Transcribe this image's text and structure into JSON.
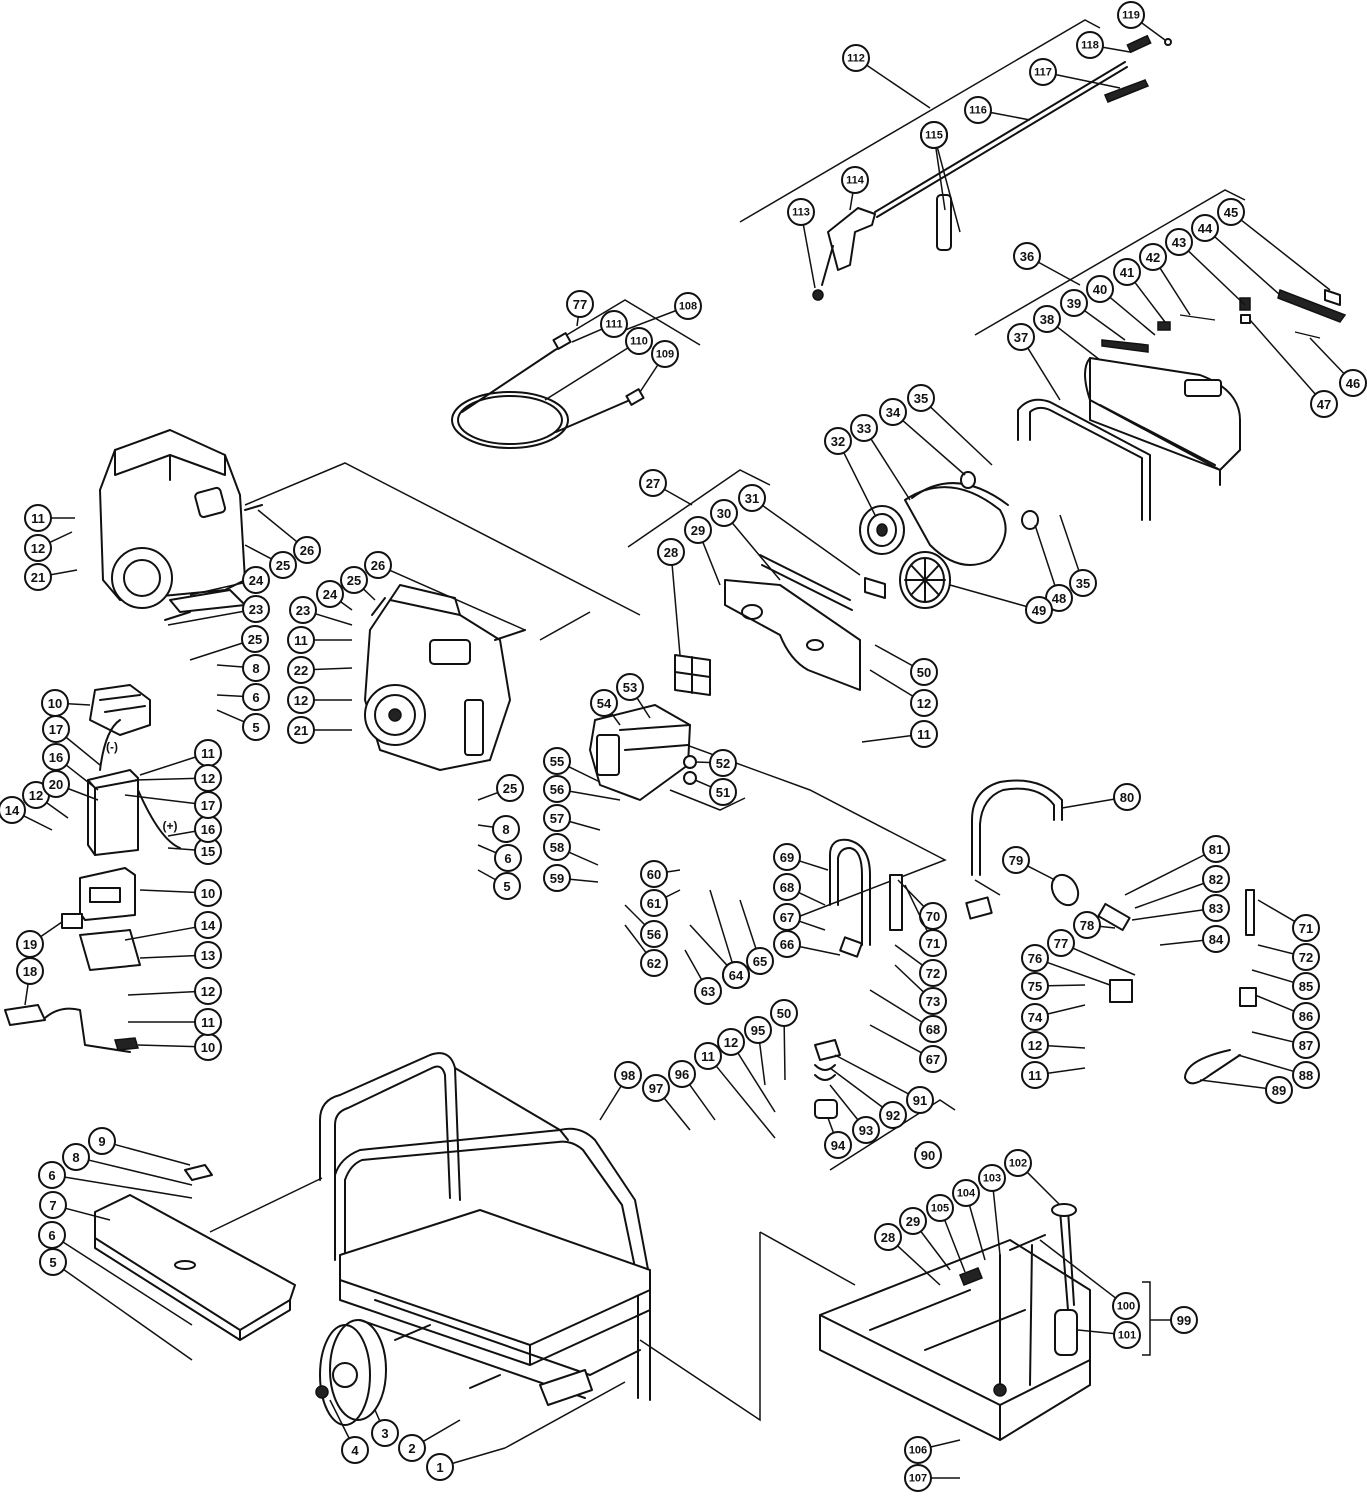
{
  "diagram": {
    "callouts": [
      "1",
      "2",
      "3",
      "4",
      "5",
      "6",
      "7",
      "8",
      "9",
      "10",
      "11",
      "12",
      "13",
      "14",
      "15",
      "16",
      "17",
      "18",
      "19",
      "20",
      "21",
      "22",
      "23",
      "24",
      "25",
      "26",
      "27",
      "28",
      "29",
      "30",
      "31",
      "32",
      "33",
      "34",
      "35",
      "36",
      "37",
      "38",
      "39",
      "40",
      "41",
      "42",
      "43",
      "44",
      "45",
      "46",
      "47",
      "48",
      "49",
      "50",
      "51",
      "52",
      "53",
      "54",
      "55",
      "56",
      "57",
      "58",
      "59",
      "60",
      "61",
      "62",
      "63",
      "64",
      "65",
      "66",
      "67",
      "68",
      "69",
      "70",
      "71",
      "72",
      "73",
      "74",
      "75",
      "76",
      "77",
      "78",
      "79",
      "80",
      "81",
      "82",
      "83",
      "84",
      "85",
      "86",
      "87",
      "88",
      "89",
      "90",
      "91",
      "92",
      "93",
      "94",
      "95",
      "96",
      "97",
      "98",
      "99",
      "100",
      "101",
      "102",
      "103",
      "104",
      "105",
      "106",
      "107",
      "108",
      "109",
      "110",
      "111",
      "112",
      "113",
      "114",
      "115",
      "116",
      "117",
      "118",
      "119"
    ],
    "polarity_negative": "(-)",
    "polarity_positive": "(+)"
  }
}
